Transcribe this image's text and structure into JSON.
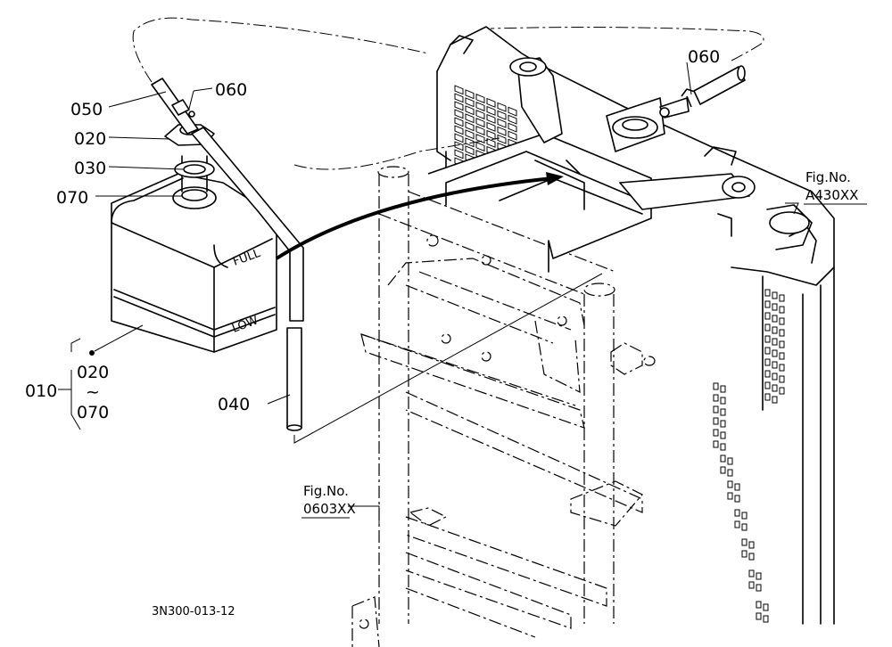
{
  "diagram": {
    "part_labels": {
      "p050": "050",
      "p060_left": "060",
      "p020": "020",
      "p030": "030",
      "p070": "070",
      "p010": "010",
      "p010_from": "020",
      "p010_tilde": "~",
      "p010_to": "070",
      "p040": "040",
      "p060_right": "060"
    },
    "tank_markings": {
      "full": "FULL",
      "low": "LOW"
    },
    "figure_refs": [
      {
        "line1": "Fig.No.",
        "line2": "A430XX"
      },
      {
        "line1": "Fig.No.",
        "line2": "0603XX"
      }
    ],
    "drawing_code": "3N300-013-12"
  }
}
